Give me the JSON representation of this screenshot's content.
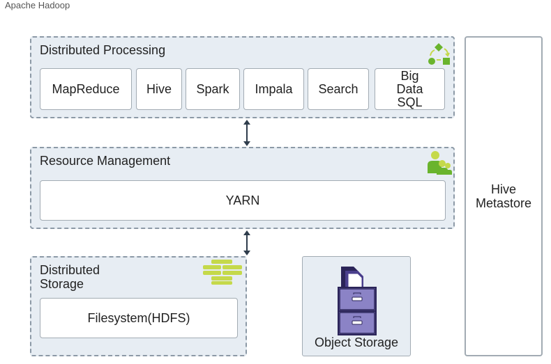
{
  "caption": "Apache Hadoop",
  "processing": {
    "title": "Distributed Processing",
    "items": [
      "MapReduce",
      "Hive",
      "Spark",
      "Impala",
      "Search",
      "Big Data SQL"
    ]
  },
  "resource": {
    "title": "Resource Management",
    "yarn": "YARN"
  },
  "storage": {
    "title_line1": "Distributed",
    "title_line2": "Storage",
    "filesystem": "Filesystem(HDFS)"
  },
  "object_storage": {
    "label": "Object Storage"
  },
  "metastore": {
    "line1": "Hive",
    "line2": "Metastore"
  },
  "colors": {
    "layer_bg": "#e7edf3",
    "layer_border": "#8c99a6",
    "icon_green": "#6ab42d",
    "icon_lime": "#c5d94a",
    "cabinet_purple": "#8b83c6",
    "arrow": "#2f3d4c"
  },
  "icons": {
    "processing": "shapes-flow-icon",
    "resource": "people-group-icon",
    "storage": "database-stack-icon",
    "object_storage": "file-cabinet-icon",
    "connector": "double-arrow-icon"
  }
}
